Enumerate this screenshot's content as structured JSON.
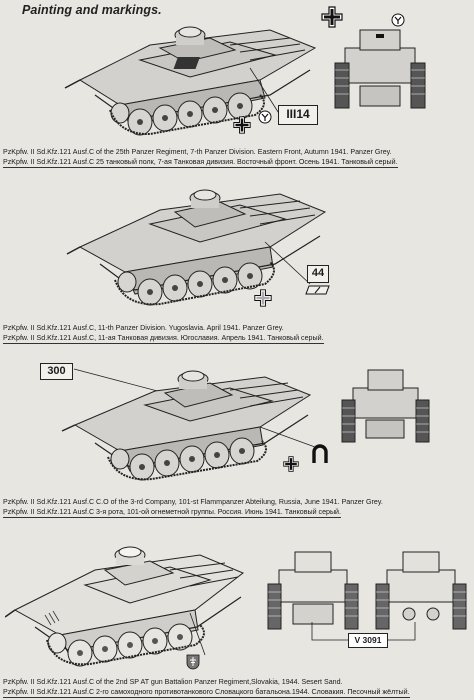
{
  "heading": "Painting and markings.",
  "sections": [
    {
      "caption_en": "PzKpfw. II Sd.Kfz.121 Ausf.C  of the 25th Panzer Regiment, 7-th Panzer Division. Eastern Front, Autumn 1941. Panzer Grey.",
      "caption_ru": "PzKpfw. II Sd.Kfz.121 Ausf.C 25 танковый полк, 7-ая Танковая дивизия. Восточный фронт. Осень 1941. Танковый серый.",
      "marking": "III14",
      "tac_symbol": "Y"
    },
    {
      "caption_en": "PzKpfw. II Sd.Kfz.121 Ausf.C, 11-th Panzer Division. Yugoslavia. April 1941. Panzer Grey.",
      "caption_ru": "PzKpfw. II Sd.Kfz.121 Ausf.C, 11-ая Танковая дивизия. Югославия. Апрель 1941. Танковый серый.",
      "marking": "44"
    },
    {
      "caption_en": "PzKpfw. II Sd.Kfz.121 Ausf.C  C.O of the 3-rd Company, 101-st Flammpanzer Abteilung, Russia, June 1941. Panzer Grey.",
      "caption_ru": "PzKpfw. II Sd.Kfz.121 Ausf.C 3-я рота, 101-ой огнеметной группы. Россия. Июнь 1941. Танковый серый.",
      "marking": "300"
    },
    {
      "caption_en": "PzKpfw. II Sd.Kfz.121 Ausf.C  of the 2nd SP AT gun Battalion Panzer Regiment,Slovakia, 1944. Sesert Sand.",
      "caption_ru": "PzKpfw. II Sd.Kfz.121 Ausf.C 2-го самоходного противотанкового Словацкого батальона.1944. Словакия. Песочный жёлтый.",
      "marking": "V 3091"
    }
  ],
  "colors": {
    "ink": "#1c1c1c",
    "paper": "#e7e6e1",
    "grey_shade": "#8d8d8a",
    "hatch": "#555555"
  },
  "icons": [
    "balkenkreuz-icon",
    "horseshoe-icon",
    "y-rune-icon"
  ]
}
